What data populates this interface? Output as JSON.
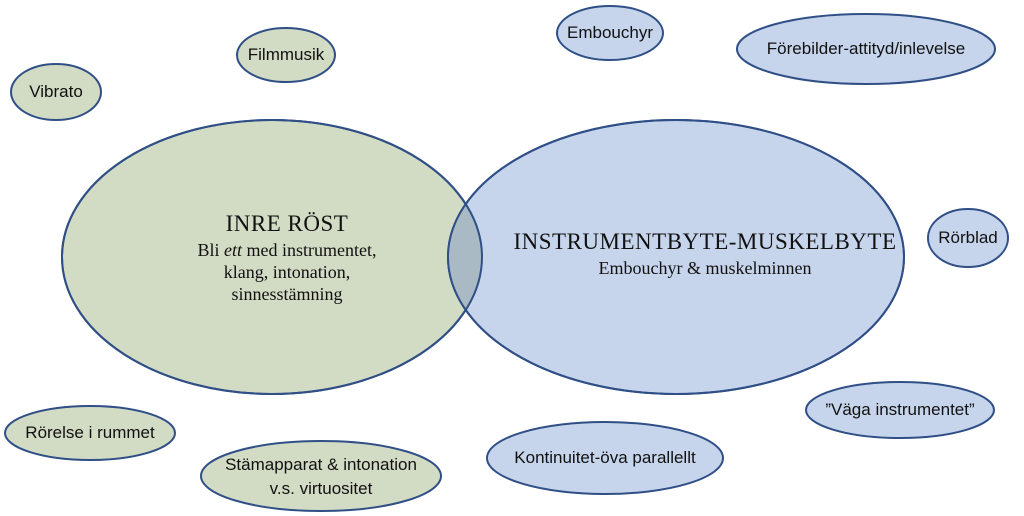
{
  "colors": {
    "green_fill": "#d2dbc4",
    "blue_fill": "#c6d5ec",
    "overlap_fill": "#a9bac4",
    "stroke": "#2f4f86"
  },
  "main": {
    "left": {
      "title": "INRE RÖST",
      "line1_prefix": "Bli ",
      "line1_emph": "ett",
      "line1_suffix": " med instrumentet,",
      "line2": "klang, intonation,",
      "line3": "sinnesstämning"
    },
    "right": {
      "title": "INSTRUMENTBYTE-MUSKELBYTE",
      "subtitle": "Embouchyr & muskelminnen"
    }
  },
  "bubbles": {
    "vibrato": "Vibrato",
    "filmmusik": "Filmmusik",
    "embouchyr": "Embouchyr",
    "forebilder": "Förebilder-attityd/inlevelse",
    "rorblad": "Rörblad",
    "vaga": "”Väga instrumentet”",
    "kontinuitet": "Kontinuitet-öva parallellt",
    "stamapparat_1": "Stämapparat & intonation",
    "stamapparat_2": "v.s. virtuositet",
    "rorelse": "Rörelse i rummet"
  }
}
